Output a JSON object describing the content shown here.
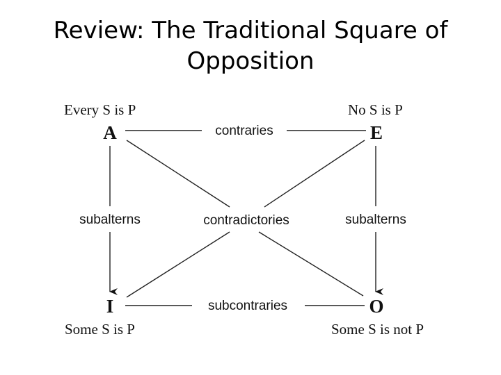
{
  "title": {
    "line1": "Review: The Traditional Square of",
    "line2": "Opposition"
  },
  "corners": {
    "a": {
      "letter": "A",
      "proposition": "Every S is P"
    },
    "e": {
      "letter": "E",
      "proposition": "No S is P"
    },
    "i": {
      "letter": "I",
      "proposition": "Some S is P"
    },
    "o": {
      "letter": "O",
      "proposition": "Some S is not P"
    }
  },
  "relations": {
    "top": "contraries",
    "left": "subalterns",
    "right": "subalterns",
    "center": "contradictories",
    "bottom": "subcontraries"
  }
}
